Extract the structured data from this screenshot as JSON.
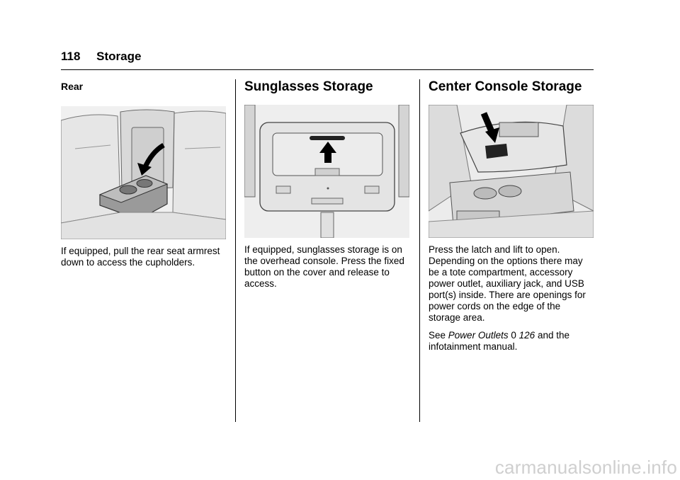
{
  "header": {
    "page_number": "118",
    "section": "Storage"
  },
  "columns": {
    "rear": {
      "heading": "Rear",
      "body": "If equipped, pull the rear seat armrest down to access the cupholders."
    },
    "sunglasses": {
      "heading": "Sunglasses Storage",
      "body": "If equipped, sunglasses storage is on the overhead console. Press the fixed button on the cover and release to access."
    },
    "console": {
      "heading": "Center Console Storage",
      "body": "Press the latch and lift to open. Depending on the options there may be a tote compartment, accessory power outlet, auxiliary jack, and USB port(s) inside. There are openings for power cords on the edge of the storage area.",
      "see_prefix": "See",
      "see_link": "Power Outlets",
      "see_symbol": "0",
      "see_page": "126",
      "see_suffix": "and the infotainment manual."
    }
  },
  "footer": {
    "watermark": "carmanualsonline.info"
  }
}
